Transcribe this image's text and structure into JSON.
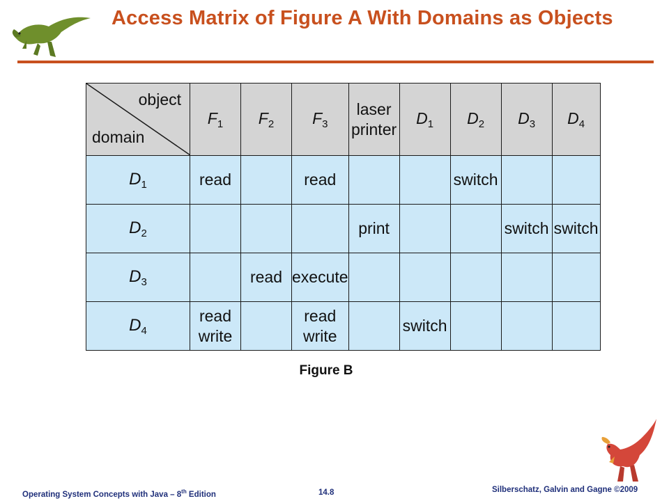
{
  "slide": {
    "title": "Access Matrix of Figure A With Domains as Objects",
    "figure_label": "Figure B"
  },
  "matrix": {
    "corner": {
      "object_label": "object",
      "domain_label": "domain"
    },
    "columns": [
      {
        "base": "F",
        "sub": "1"
      },
      {
        "base": "F",
        "sub": "2"
      },
      {
        "base": "F",
        "sub": "3"
      },
      {
        "lines": [
          "laser",
          "printer"
        ]
      },
      {
        "base": "D",
        "sub": "1"
      },
      {
        "base": "D",
        "sub": "2"
      },
      {
        "base": "D",
        "sub": "3"
      },
      {
        "base": "D",
        "sub": "4"
      }
    ],
    "rows": [
      {
        "base": "D",
        "sub": "1",
        "cells": [
          [
            "read"
          ],
          [],
          [
            "read"
          ],
          [],
          [],
          [
            "switch"
          ],
          [],
          []
        ]
      },
      {
        "base": "D",
        "sub": "2",
        "cells": [
          [],
          [],
          [],
          [
            "print"
          ],
          [],
          [],
          [
            "switch"
          ],
          [
            "switch"
          ]
        ]
      },
      {
        "base": "D",
        "sub": "3",
        "cells": [
          [],
          [
            "read"
          ],
          [
            "execute"
          ],
          [],
          [],
          [],
          [],
          []
        ]
      },
      {
        "base": "D",
        "sub": "4",
        "cells": [
          [
            "read",
            "write"
          ],
          [],
          [
            "read",
            "write"
          ],
          [],
          [
            "switch"
          ],
          [],
          [],
          []
        ]
      }
    ]
  },
  "footer": {
    "left_prefix": "Operating System Concepts  with Java – 8",
    "left_sup": "th",
    "left_suffix": " Edition",
    "center": "14.8",
    "right": "Silberschatz, Galvin and Gagne ©2009"
  },
  "colors": {
    "accent": "#c8501e",
    "cell_fill": "#cce8f8",
    "header_fill": "#d4d4d4",
    "footer_text": "#1f2f7a"
  }
}
